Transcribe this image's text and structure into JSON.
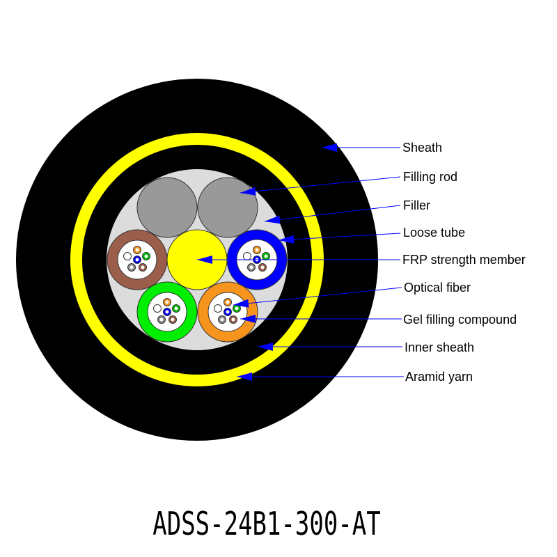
{
  "title": "ADSS-24B1-300-AT",
  "labels": {
    "sheath": "Sheath",
    "filling_rod": "Filling rod",
    "filler": "Filler",
    "loose_tube": "Loose tube",
    "frp": "FRP strength member",
    "optical_fiber": "Optical fiber",
    "gel": "Gel filling compound",
    "inner_sheath": "Inner sheath",
    "aramid": "Aramid yarn"
  },
  "colors": {
    "sheath": "#000000",
    "aramid": "#ffff00",
    "filler": "#dcdcdc",
    "filling_rod": "#999999",
    "frp": "#ffff00",
    "arrow": "#0000ff",
    "tubes": [
      "#9b5e4a",
      "#0000ff",
      "#00ee00",
      "#f7941d"
    ],
    "fibers": [
      "#f7941d",
      "#ffffff",
      "#00bb00",
      "#0000ff",
      "#888888",
      "#9b5e4a"
    ]
  }
}
